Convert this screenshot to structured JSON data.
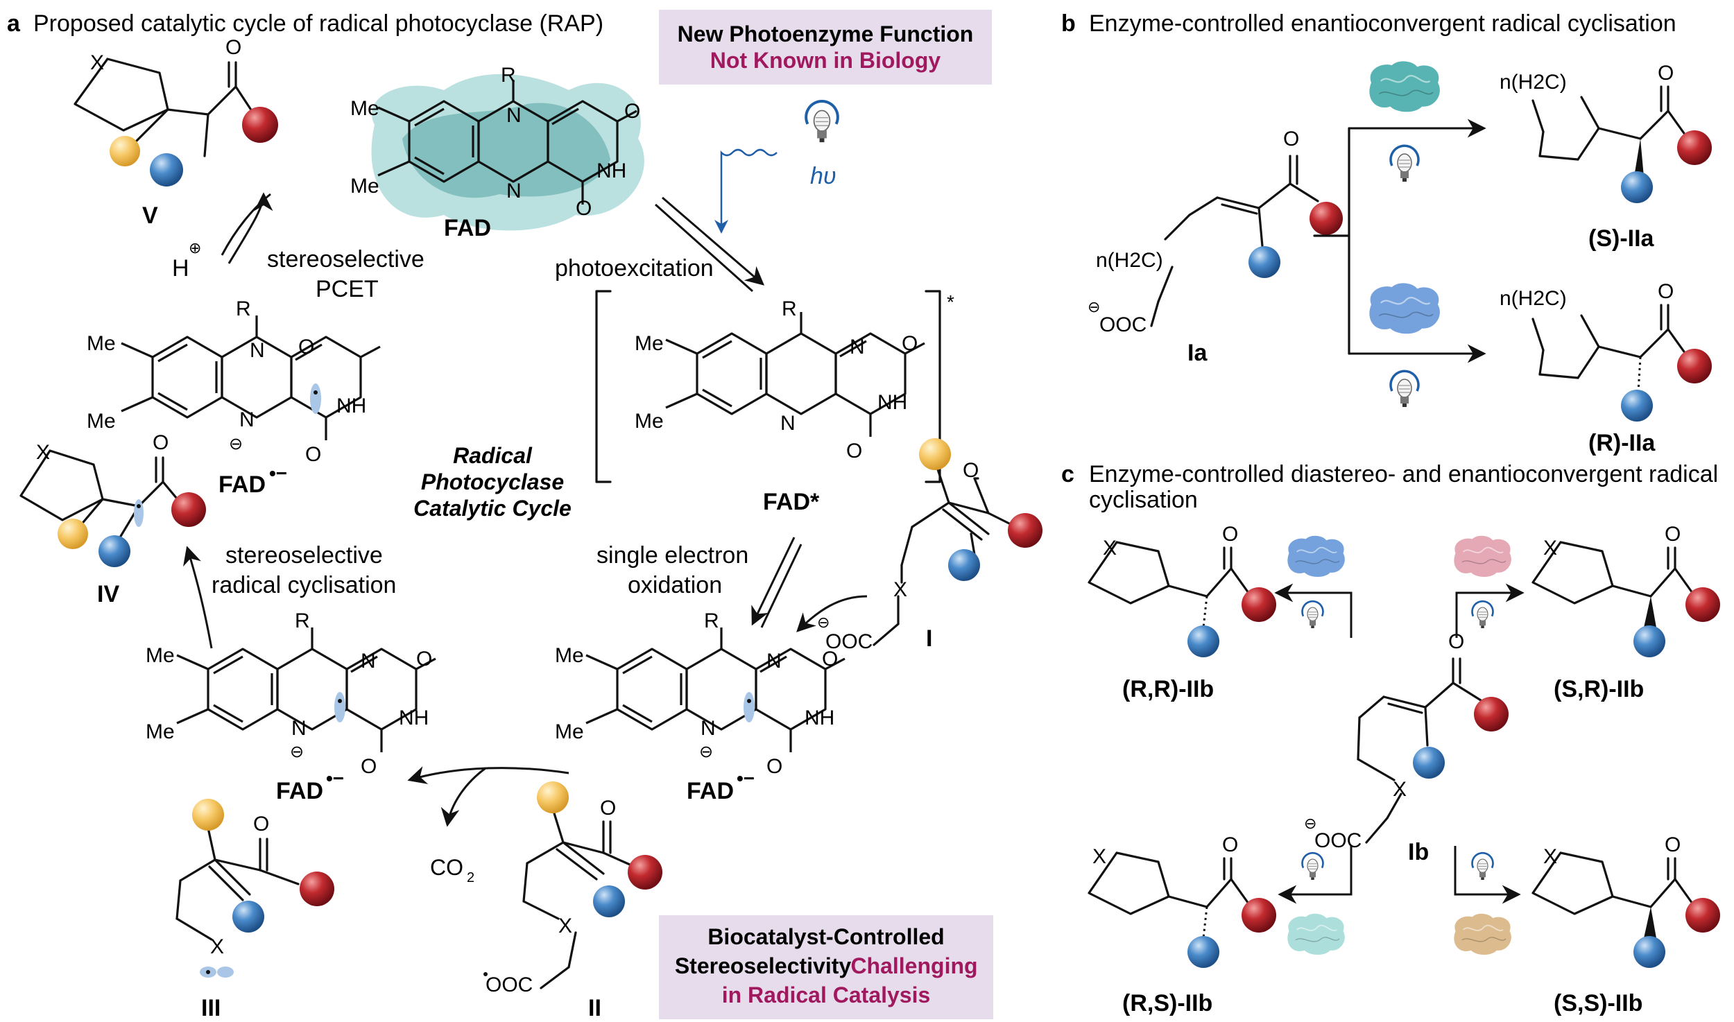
{
  "panel_a": {
    "letter": "a",
    "title": "Proposed catalytic cycle of radical photocyclase (RAP)",
    "cycle_title_1": "Radical",
    "cycle_title_2": "Photocyclase",
    "cycle_title_3": "Catalytic Cycle",
    "box_top_line1": "New Photoenzyme Function",
    "box_top_line2": "Not Known in Biology",
    "box_bottom_line1": "Biocatalyst-Controlled",
    "box_bottom_line2a": "Stereoselectivity",
    "box_bottom_line2b": "Challenging",
    "box_bottom_line3": "in Radical Catalysis",
    "step_pcet_1": "stereoselective",
    "step_pcet_2": "PCET",
    "step_photo": "photoexcitation",
    "step_set_1": "single electron",
    "step_set_2": "oxidation",
    "step_cyc_1": "stereoselective",
    "step_cyc_2": "radical cyclisation",
    "hv": "hυ",
    "proton": "H",
    "co2": "CO",
    "co2_sub": "2",
    "fad": "FAD",
    "fad_star": "FAD*",
    "fad_rad": "FAD",
    "compound_V": "V",
    "compound_IV": "IV",
    "compound_III": "III",
    "compound_II": "II",
    "compound_I": "I",
    "atom_R": "R",
    "atom_N": "N",
    "atom_O": "O",
    "atom_NH": "NH",
    "atom_Me": "Me",
    "atom_X": "X",
    "atom_OOC": "OOC",
    "star": "*"
  },
  "panel_b": {
    "letter": "b",
    "title": "Enzyme-controlled enantioconvergent radical cyclisation",
    "substrate": "Ia",
    "chain_label": "n(H2C)",
    "product_S": "(S)-IIa",
    "product_R": "(R)-IIa"
  },
  "panel_c": {
    "letter": "c",
    "title_line1": "Enzyme-controlled diastereo- and enantioconvergent radical",
    "title_line2": "cyclisation",
    "substrate": "Ib",
    "product_RR": "(R,R)-IIb",
    "product_SR": "(S,R)-IIb",
    "product_RS": "(R,S)-IIb",
    "product_SS": "(S,S)-IIb"
  },
  "colors": {
    "box_bg": "#e6dcec",
    "accent_magenta": "#a0195e",
    "ball_red": "#b3202a",
    "ball_blue": "#3e7fc0",
    "ball_yellow": "#f2c25a",
    "enzyme_teal": "#3ba7a5",
    "enzyme_blue": "#5d92d6",
    "enzyme_pink": "#e19aa8",
    "enzyme_mint": "#9ed9d5",
    "enzyme_tan": "#d6b07a",
    "light_blue": "#1f5fa8",
    "orbital": "#a9c6e6"
  }
}
